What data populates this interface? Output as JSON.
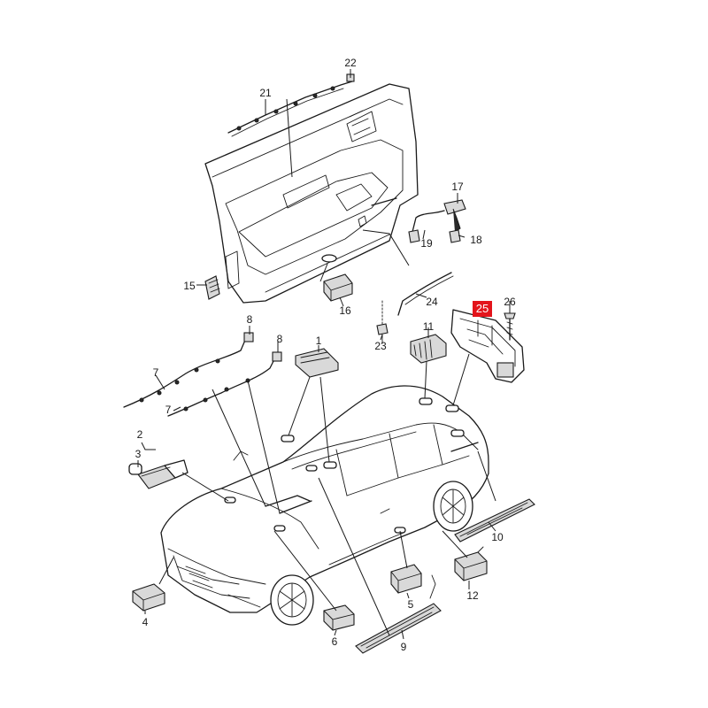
{
  "diagram": {
    "callouts": [
      "22",
      "21",
      "17",
      "19",
      "18",
      "15",
      "16",
      "24",
      "25",
      "26",
      "8",
      "8",
      "23",
      "11",
      "1",
      "7",
      "7",
      "2",
      "3",
      "10",
      "4",
      "5",
      "12",
      "6",
      "9"
    ],
    "highlighted": "25",
    "colors": {
      "highlight": "#e3141b",
      "line": "#1a1a1a"
    }
  }
}
